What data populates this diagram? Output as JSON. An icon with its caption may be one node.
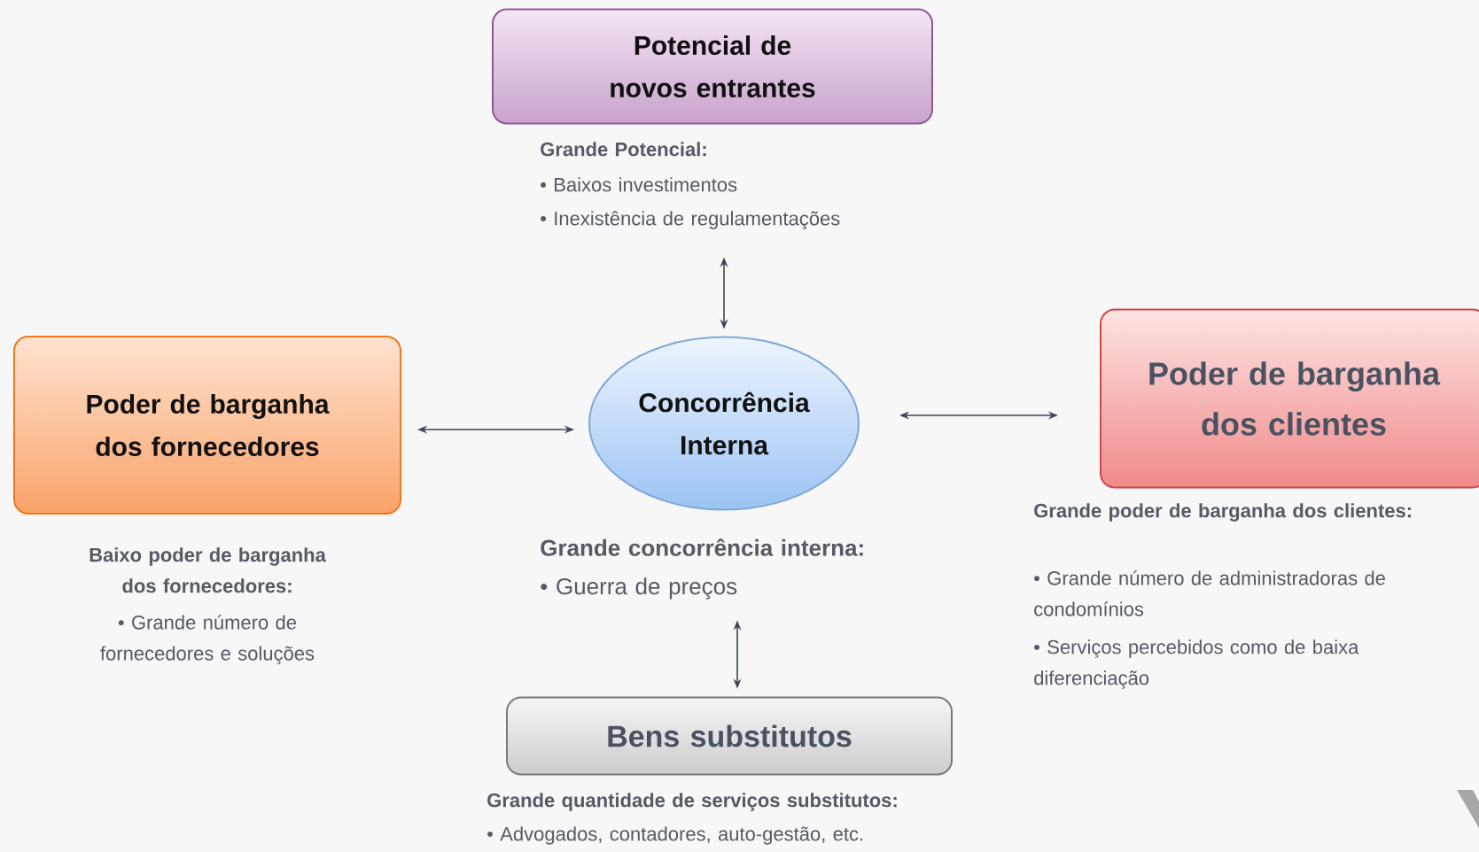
{
  "diagram": {
    "nodes": [
      {
        "text": [
          "Potencial de novos entrantes"
        ],
        "beside": [
          "Grande Potencial:",
          "• Baixos investimentos",
          "• Inexistência de regulamentações"
        ]
      },
      {
        "text": [
          "Poder de barganha dos fornecedores"
        ],
        "beside": [
          "Baixo poder de barganha dos fornecedores:",
          "• Grande número de fornecedores e soluções"
        ]
      },
      {
        "text": [
          "Concorrência Interna"
        ],
        "beside": [
          "Grande concorrência interna:",
          "• Guerra de preços"
        ]
      },
      {
        "text": [
          "Poder de barganha dos clientes"
        ],
        "beside": [
          "Grande poder de barganha dos clientes:",
          "• Grande número de administradoras de condomínios",
          "• Serviços percebidos como de baixa diferenciação"
        ]
      },
      {
        "text": [
          "Bens substitutos"
        ],
        "beside": [
          "Grande quantidade de serviços substitutos:",
          "• Advogados, contadores, auto-gestão, etc."
        ]
      }
    ],
    "edges": [
      {
        "from": 0,
        "to": 2,
        "arrow": "both"
      },
      {
        "from": 1,
        "to": 2,
        "arrow": "both"
      },
      {
        "from": 2,
        "to": 3,
        "arrow": "both"
      },
      {
        "from": 2,
        "to": 4,
        "arrow": "both"
      }
    ]
  }
}
